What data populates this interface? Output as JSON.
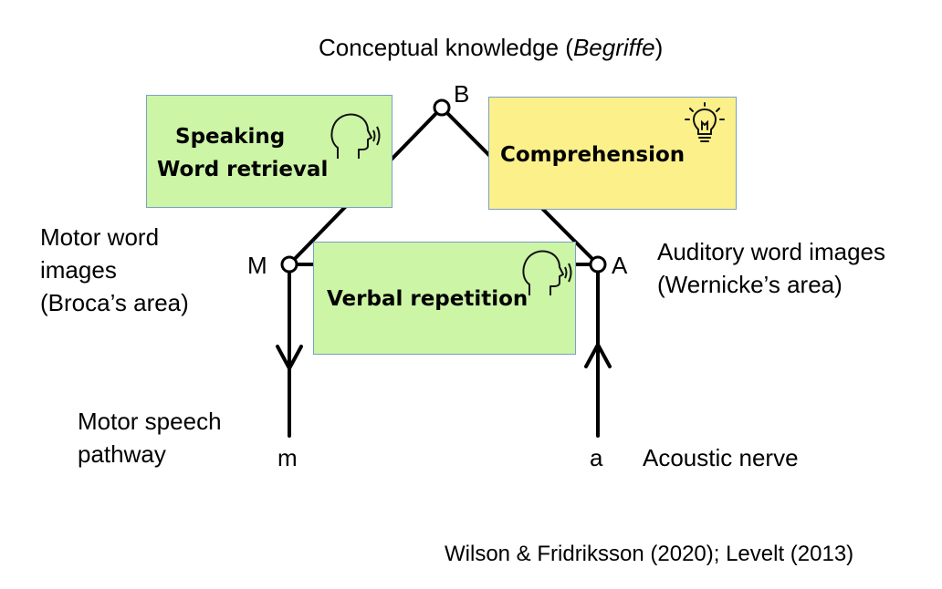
{
  "title": {
    "prefix": "Conceptual knowledge (",
    "italic": "Begriffe",
    "suffix": ")"
  },
  "nodes": {
    "B": "B",
    "M": "M",
    "A": "A",
    "m": "m",
    "a": "a"
  },
  "labels": {
    "motor_word_images": [
      "Motor word",
      "images",
      "(Broca’s area)"
    ],
    "auditory_word_images": [
      "Auditory word images",
      "(Wernicke’s area)"
    ],
    "motor_speech_pathway": [
      "Motor speech",
      "pathway"
    ],
    "acoustic_nerve": "Acoustic nerve"
  },
  "boxes": {
    "speaking": {
      "line1": "Speaking",
      "line2": "Word retrieval",
      "color": "#ccf5a6",
      "icon": "speaking-head-icon"
    },
    "comprehension": {
      "line1": "Comprehension",
      "color": "#fbf08a",
      "icon": "lightbulb-icon"
    },
    "repetition": {
      "line1": "Verbal repetition",
      "color": "#ccf5a6",
      "icon": "speaking-head-icon"
    }
  },
  "citation": "Wilson & Fridriksson (2020); Levelt (2013)"
}
